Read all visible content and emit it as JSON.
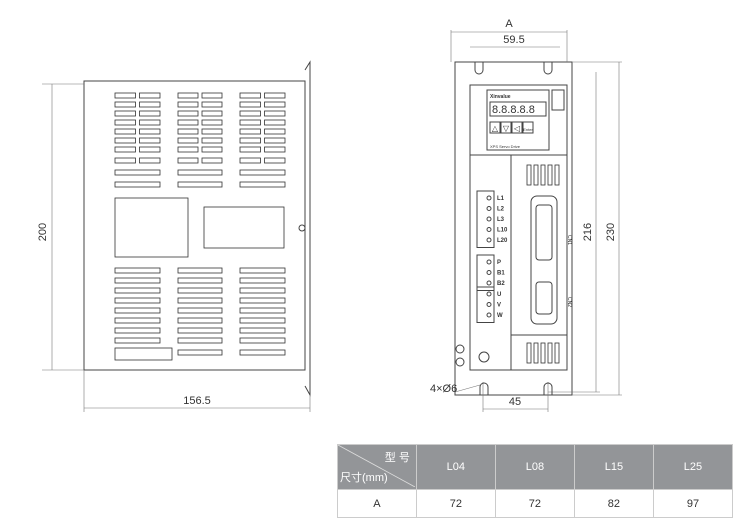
{
  "side_view": {
    "height_dim": "200",
    "width_dim": "156.5"
  },
  "front_view": {
    "dim_A": "A",
    "dim_mount_width": "59.5",
    "dim_height_216": "216",
    "dim_height_230": "230",
    "dim_hole_spacing": "45",
    "hole_label": "4×Ø6",
    "brand": "Xinvalue",
    "display": "8.8.8.8.8",
    "panel_label": "XPS Servo Drive",
    "buttons": [
      "△",
      "▽",
      "◁",
      "Enter"
    ],
    "power_terminals": [
      "L1",
      "L2",
      "L3",
      "L10",
      "L20"
    ],
    "brake_terminals": [
      "P",
      "B1",
      "B2"
    ],
    "motor_terminals": [
      "U",
      "V",
      "W"
    ],
    "connector_1": "CN1",
    "connector_2": "CN2"
  },
  "table": {
    "header_top": "型 号",
    "header_bottom": "尺寸(mm)",
    "models": [
      "L04",
      "L08",
      "L15",
      "L25"
    ],
    "rows": [
      {
        "label": "A",
        "values": [
          "72",
          "72",
          "82",
          "97"
        ]
      }
    ]
  },
  "colors": {
    "header_bg": "#939598"
  }
}
